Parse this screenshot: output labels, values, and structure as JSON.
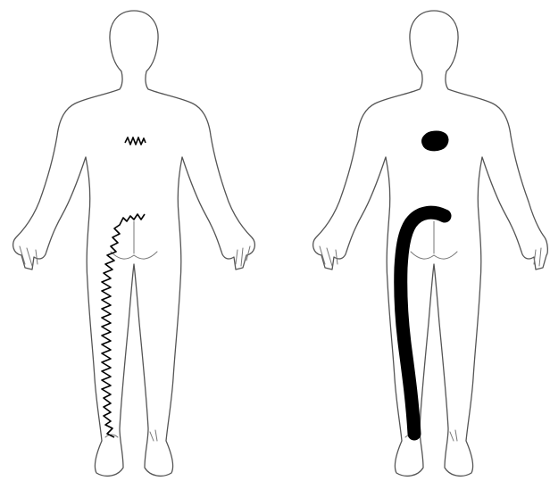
{
  "figures": [
    {
      "id": "left",
      "marking_style": "zigzag",
      "marks": [
        "abdomen-squiggle",
        "sciatic-zigzag-leg"
      ]
    },
    {
      "id": "right",
      "marking_style": "solid-fill",
      "marks": [
        "abdomen-blob",
        "sciatic-solid-band-leg"
      ]
    }
  ],
  "colors": {
    "outline": "#555555",
    "marking": "#000000",
    "background": "#ffffff"
  }
}
